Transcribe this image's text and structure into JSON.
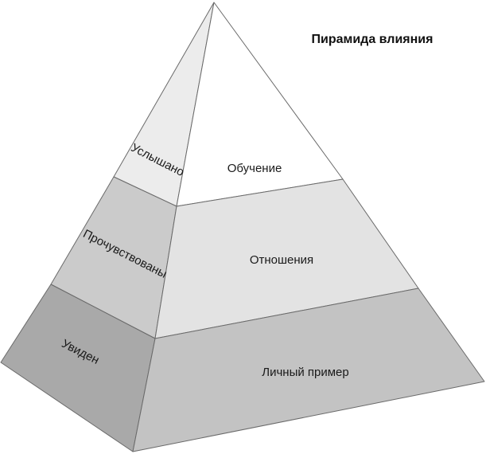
{
  "title": "Пирамида влияния",
  "levels": [
    {
      "front_label": "Обучение",
      "side_label": "Услышано",
      "front_color": "#ffffff",
      "side_color": "#ececec"
    },
    {
      "front_label": "Отношения",
      "side_label": "Прочувствованы",
      "front_color": "#e3e3e3",
      "side_color": "#cbcbcb"
    },
    {
      "front_label": "Личный пример",
      "side_label": "Увиден",
      "front_color": "#c3c3c3",
      "side_color": "#a9a9a9"
    }
  ],
  "stroke_color": "#6a6a6a"
}
